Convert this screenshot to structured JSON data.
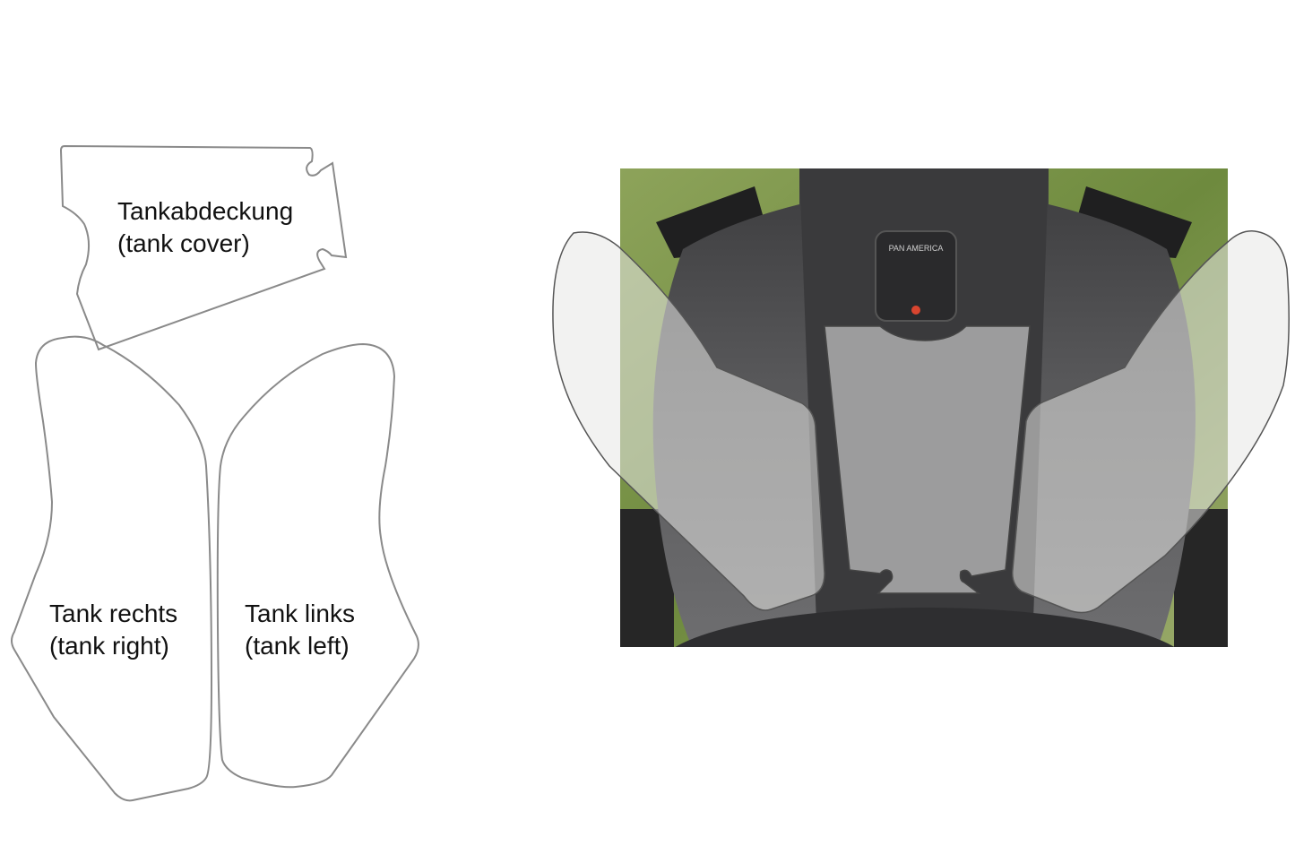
{
  "templates": {
    "tank_cover": {
      "line1": "Tankabdeckung",
      "line2": "(tank cover)"
    },
    "tank_right": {
      "line1": "Tank rechts",
      "line2": "(tank right)"
    },
    "tank_left": {
      "line1": "Tank links",
      "line2": "(tank left)"
    }
  },
  "photo": {
    "brand_badge": "PAN AMERICA",
    "colors": {
      "outline": "#8a8a8a",
      "film_fill": "#e8e8e6",
      "badge_red": "#d9452f",
      "foliage": "#7f9a4a"
    }
  }
}
